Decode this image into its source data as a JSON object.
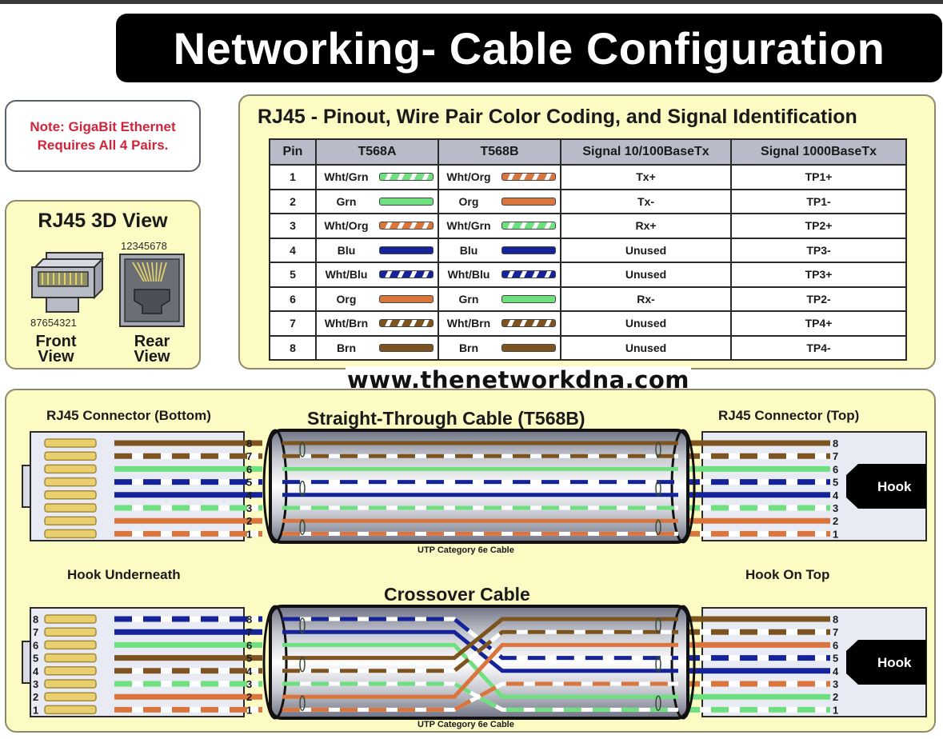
{
  "title": "Networking- Cable Configuration",
  "note": {
    "line1": "Note: GigaBit Ethernet",
    "line2": "Requires All 4 Pairs."
  },
  "rj45_3d": {
    "heading": "RJ45 3D View",
    "front_pins": "87654321",
    "rear_pins": "12345678",
    "front_label_1": "Front",
    "front_label_2": "View",
    "rear_label_1": "Rear",
    "rear_label_2": "View"
  },
  "pinout": {
    "heading": "RJ45 -  Pinout, Wire Pair Color Coding, and Signal Identification",
    "columns": [
      "Pin",
      "T568A",
      "T568B",
      "Signal 10/100BaseTx",
      "Signal 1000BaseTx"
    ],
    "rows": [
      {
        "pin": "1",
        "a": "Wht/Grn",
        "b": "Wht/Org",
        "s100": "Tx+",
        "s1000": "TP1+"
      },
      {
        "pin": "2",
        "a": "Grn",
        "b": "Org",
        "s100": "Tx-",
        "s1000": "TP1-"
      },
      {
        "pin": "3",
        "a": "Wht/Org",
        "b": "Wht/Grn",
        "s100": "Rx+",
        "s1000": "TP2+"
      },
      {
        "pin": "4",
        "a": "Blu",
        "b": "Blu",
        "s100": "Unused",
        "s1000": "TP3-"
      },
      {
        "pin": "5",
        "a": "Wht/Blu",
        "b": "Wht/Blu",
        "s100": "Unused",
        "s1000": "TP3+"
      },
      {
        "pin": "6",
        "a": "Org",
        "b": "Grn",
        "s100": "Rx-",
        "s1000": "TP2-"
      },
      {
        "pin": "7",
        "a": "Wht/Brn",
        "b": "Wht/Brn",
        "s100": "Unused",
        "s1000": "TP4+"
      },
      {
        "pin": "8",
        "a": "Brn",
        "b": "Brn",
        "s100": "Unused",
        "s1000": "TP4-"
      }
    ]
  },
  "watermark": "www.thenetworkdna.com",
  "straight": {
    "left_label": "RJ45 Connector (Bottom)",
    "title": "Straight-Through Cable (T568B)",
    "right_label": "RJ45 Connector (Top)",
    "cable_label": "UTP Category 6e Cable",
    "hook_label": "Hook",
    "pins": [
      "1",
      "2",
      "3",
      "4",
      "5",
      "6",
      "7",
      "8"
    ]
  },
  "crossover": {
    "left_label": "Hook Underneath",
    "title": "Crossover Cable",
    "right_label": "Hook On Top",
    "cable_label": "UTP Category 6e Cable",
    "hook_label": "Hook",
    "pins": [
      "1",
      "2",
      "3",
      "4",
      "5",
      "6",
      "7",
      "8"
    ]
  },
  "colors": {
    "green": "#6fe07f",
    "orange": "#d9753d",
    "blue": "#14239a",
    "brown": "#7d5420",
    "panel": "#fdfbc4",
    "header": "#b9bcc8",
    "note_red": "#d0243a",
    "contact_gold": "#e9cf6e"
  },
  "wire_styles": {
    "Wht/Grn": {
      "color": "#6fe07f",
      "striped": true
    },
    "Grn": {
      "color": "#6fe07f",
      "striped": false
    },
    "Wht/Org": {
      "color": "#d9753d",
      "striped": true
    },
    "Org": {
      "color": "#d9753d",
      "striped": false
    },
    "Wht/Blu": {
      "color": "#14239a",
      "striped": true
    },
    "Blu": {
      "color": "#14239a",
      "striped": false
    },
    "Wht/Brn": {
      "color": "#7d5420",
      "striped": true
    },
    "Brn": {
      "color": "#7d5420",
      "striped": false
    }
  },
  "straight_wires_top_to_bottom": [
    "Brn",
    "Wht/Brn",
    "Grn",
    "Wht/Blu",
    "Blu",
    "Wht/Grn",
    "Org",
    "Wht/Org"
  ],
  "cross_left_top_to_bottom": [
    "Wht/Blu",
    "Blu",
    "Grn",
    "Brn",
    "Wht/Brn",
    "Wht/Grn",
    "Org",
    "Wht/Org"
  ],
  "cross_right_top_to_bottom": [
    "Brn",
    "Wht/Brn",
    "Org",
    "Wht/Blu",
    "Blu",
    "Wht/Org",
    "Grn",
    "Wht/Grn"
  ]
}
